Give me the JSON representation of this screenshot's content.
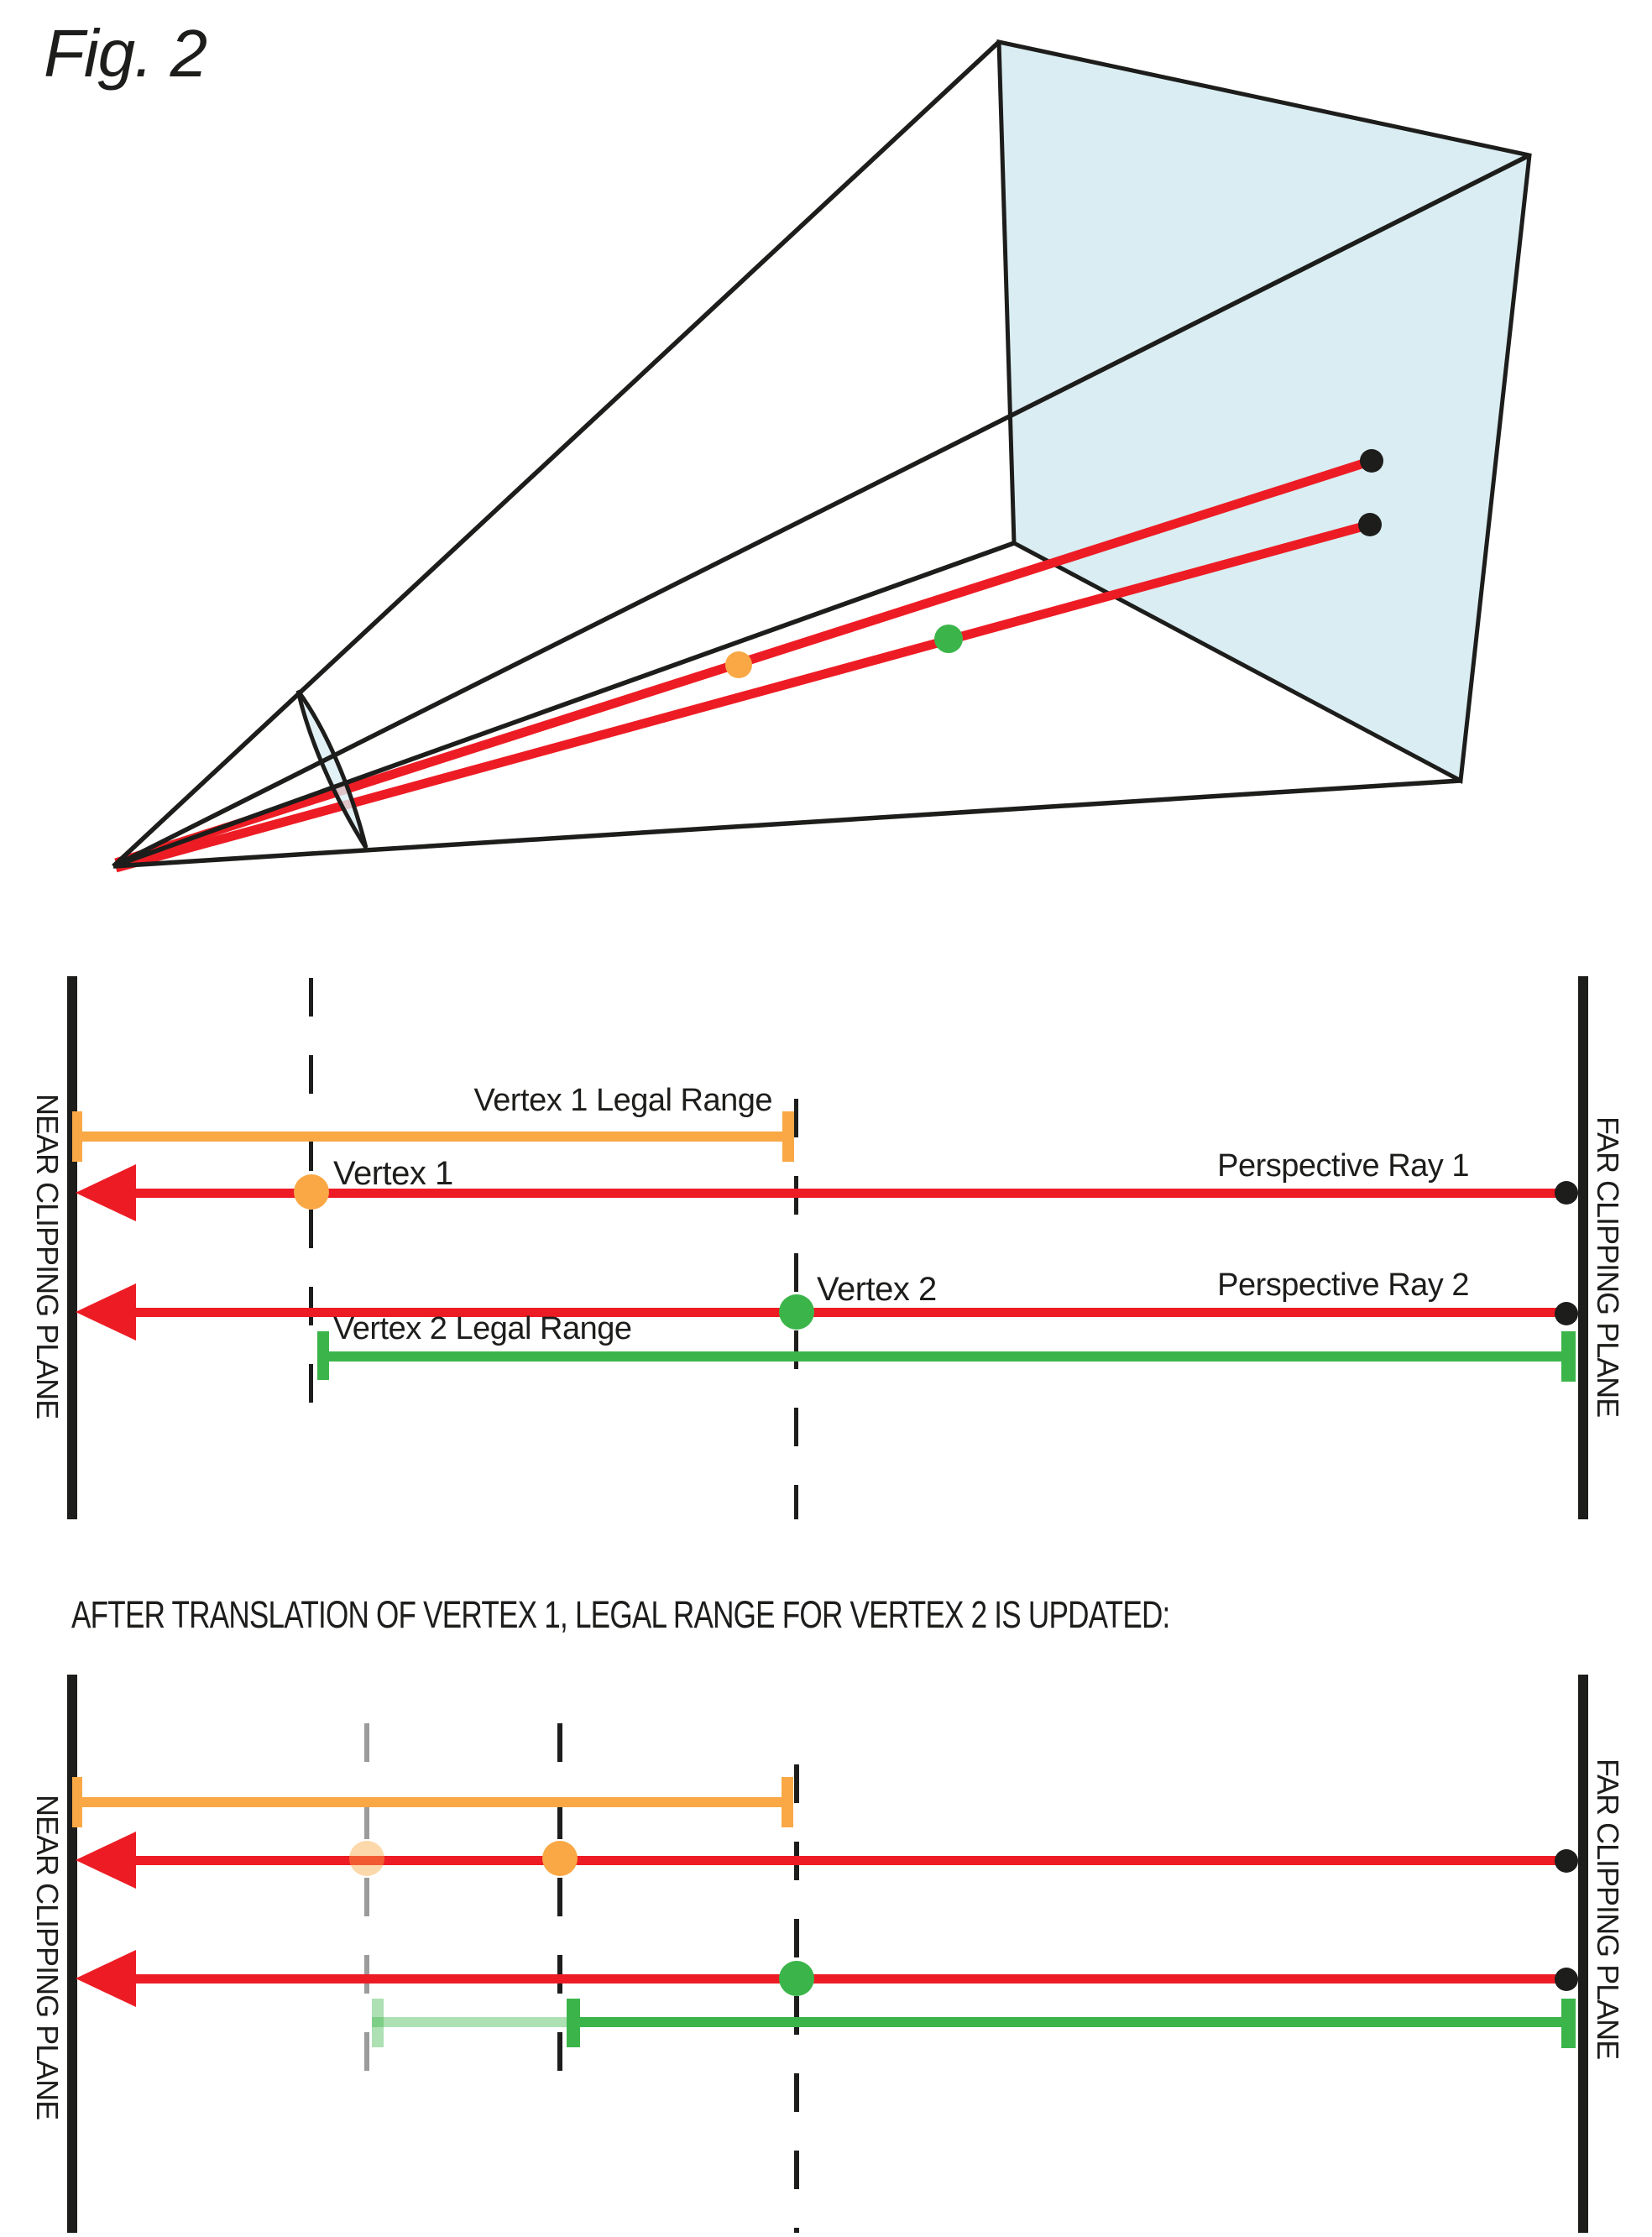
{
  "figure_label": "Fig. 2",
  "section_heading": "AFTER TRANSLATION OF VERTEX 1, LEGAL RANGE FOR VERTEX 2 IS UPDATED:",
  "colors": {
    "ray_red": "#ed1c24",
    "vertex1_orange": "#f9a845",
    "vertex2_green": "#3bb54a",
    "clip_plane_fill": "#d9edf2",
    "ink_black": "#1d1d1b",
    "faded_dash_gray": "#9b9b9b"
  },
  "frustum_view": {
    "far_plane": "far-clipping-plane-quad",
    "near_plane": "near-clipping-plane-sliver",
    "ray1": "perspective-ray-1",
    "ray2": "perspective-ray-2",
    "vertex1_marker": "orange",
    "vertex2_marker": "green"
  },
  "diagram_before": {
    "near_plane_label": "NEAR CLIPPING PLANE",
    "far_plane_label": "FAR CLIPPING PLANE",
    "vertex1_range_label": "Vertex 1 Legal Range",
    "vertex1_label": "Vertex 1",
    "ray1_label": "Perspective Ray 1",
    "vertex2_label": "Vertex 2",
    "ray2_label": "Perspective Ray 2",
    "vertex2_range_label": "Vertex 2 Legal Range"
  },
  "diagram_after": {
    "near_plane_label": "NEAR CLIPPING PLANE",
    "far_plane_label": "FAR CLIPPING PLANE"
  }
}
